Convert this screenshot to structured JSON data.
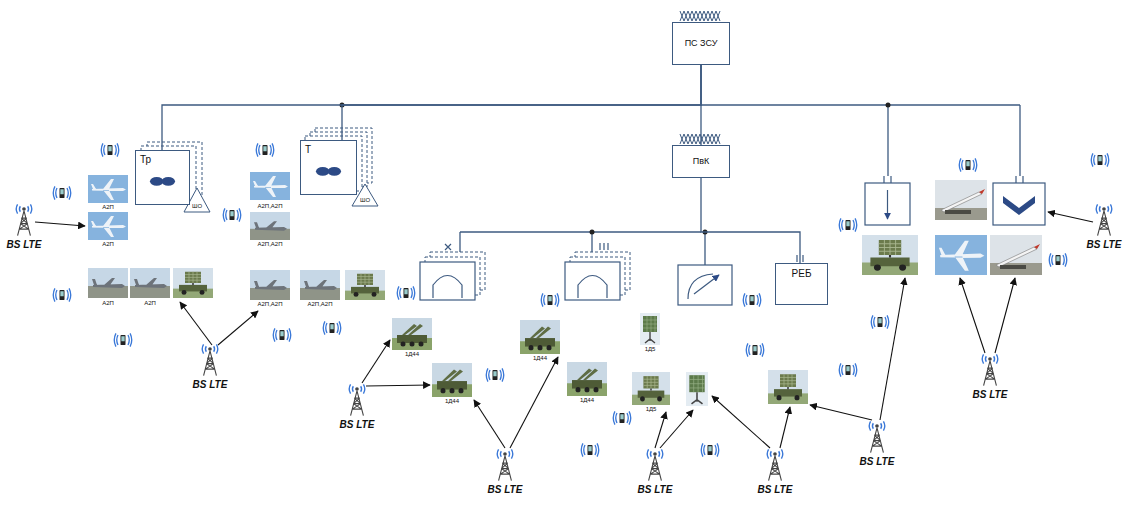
{
  "diagram": {
    "nodes": [
      {
        "text": [
          "ПС ЗСУ"
        ]
      },
      {
        "text": [
          "ПвК"
        ]
      },
      {
        "text": [
          "Тр"
        ]
      },
      {
        "text": [
          "Т"
        ]
      },
      {
        "text": [
          "РЕБ"
        ]
      }
    ],
    "edges": [
      {
        "from": 0,
        "to": 2,
        "arrow": "none"
      },
      {
        "from": 0,
        "to": 3,
        "arrow": "none"
      },
      {
        "from": 0,
        "to": 1,
        "arrow": "none"
      },
      {
        "from": 1,
        "to": 4,
        "arrow": "none"
      }
    ],
    "labels": [
      "ШО",
      "ШО",
      "А2П",
      "А2П",
      "А2П",
      "А2П",
      "А2П,А2П",
      "А2П,А2П",
      "А2П,А2П",
      "А2П,А2П",
      "1Д44",
      "1Д44",
      "1Д44",
      "1Д44",
      "1Д5",
      "1Д5",
      "BS LTE",
      "BS LTE",
      "BS LTE",
      "BS LTE",
      "BS LTE",
      "BS LTE",
      "BS LTE",
      "BS LTE",
      "BS LTE"
    ]
  }
}
